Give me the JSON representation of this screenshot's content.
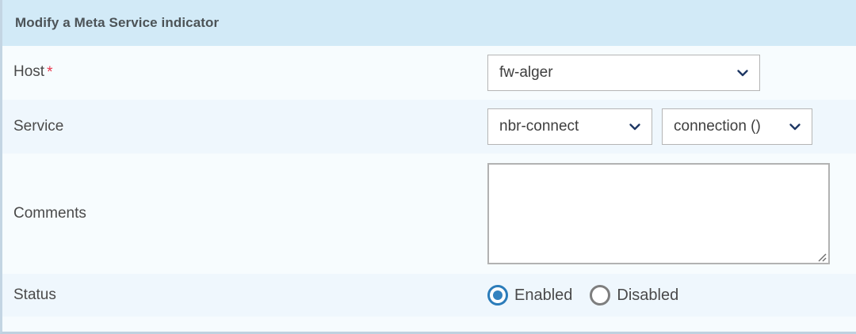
{
  "panel": {
    "title": "Modify a Meta Service indicator",
    "header_bg": "#d2eaf7",
    "row_light_bg": "#f7fcfe",
    "row_tint_bg": "#eff7fd",
    "accent": "#2b7cba",
    "required_color": "#e8384f",
    "chevron_color": "#1f3864"
  },
  "fields": {
    "host": {
      "label": "Host",
      "required_marker": "*",
      "select_value": "fw-alger",
      "chevron_icon": "chevron-down-icon"
    },
    "service": {
      "label": "Service",
      "service_value": "nbr-connect",
      "metric_value": "connection ()",
      "chevron_icon": "chevron-down-icon"
    },
    "comments": {
      "label": "Comments",
      "value": "",
      "placeholder": "",
      "resize_icon": "resize-grip-icon"
    },
    "status": {
      "label": "Status",
      "options": [
        {
          "label": "Enabled",
          "selected": true
        },
        {
          "label": "Disabled",
          "selected": false
        }
      ]
    }
  }
}
